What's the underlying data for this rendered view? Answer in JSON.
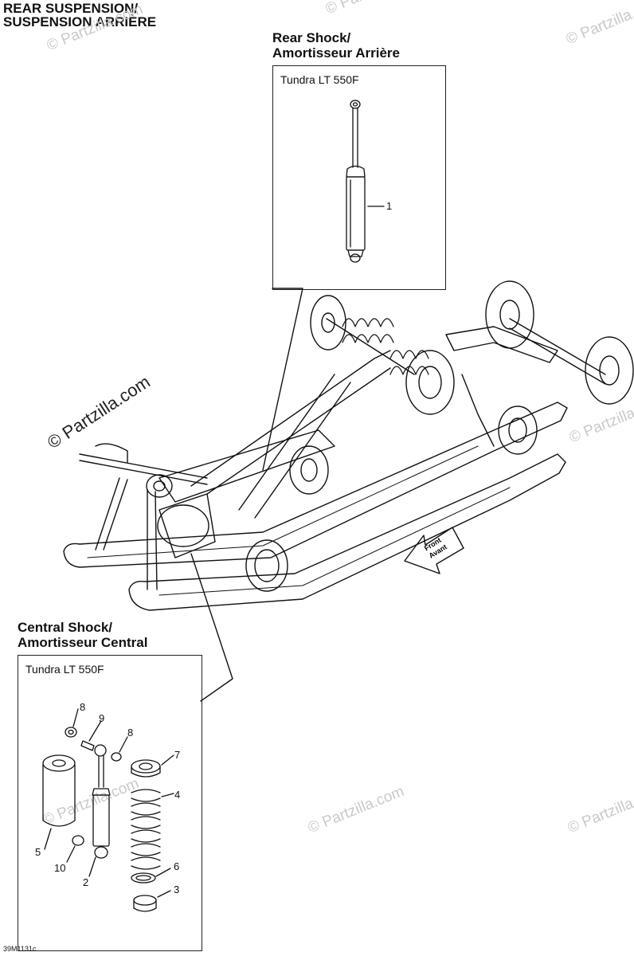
{
  "title": {
    "line1": "REAR SUSPENSION/",
    "line2": "SUSPENSION ARRIÈRE"
  },
  "rear_shock": {
    "title1": "Rear Shock/",
    "title2": "Amortisseur Arrière",
    "model": "Tundra LT 550F",
    "callouts": [
      "1"
    ]
  },
  "central_shock": {
    "title1": "Central Shock/",
    "title2": "Amortisseur Central",
    "model": "Tundra LT 550F",
    "callouts": [
      "8",
      "9",
      "8",
      "7",
      "4",
      "5",
      "10",
      "2",
      "6",
      "3"
    ]
  },
  "direction_label": {
    "line1": "Front",
    "line2": "Avant"
  },
  "drawing_code": "39M1131c",
  "watermarks": [
    "© Partzilla.com",
    "© Partzilla.com",
    "© Partzilla.com",
    "© Partzilla.com",
    "© Partzilla.com",
    "© Partzilla.com",
    "© Partzilla.com",
    "© Partzilla.com"
  ]
}
